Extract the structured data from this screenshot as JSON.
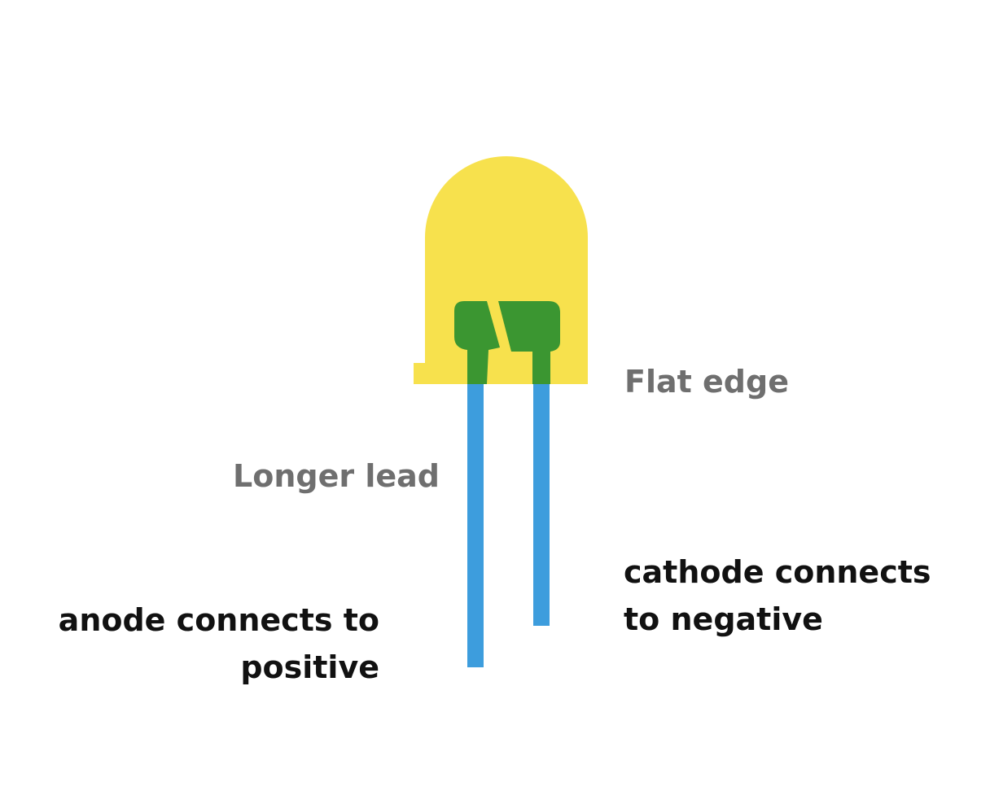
{
  "colors": {
    "bulb": "#f7e14d",
    "base": "#3b9631",
    "lead": "#3d9ddd",
    "label_gray": "#6f6f6f",
    "label_black": "#111111"
  },
  "labels": {
    "flat_edge": "Flat edge",
    "longer_lead": "Longer lead",
    "anode_line1": "anode connects to",
    "anode_line2": "positive",
    "cathode_line1": "cathode connects",
    "cathode_line2": "to negative"
  }
}
